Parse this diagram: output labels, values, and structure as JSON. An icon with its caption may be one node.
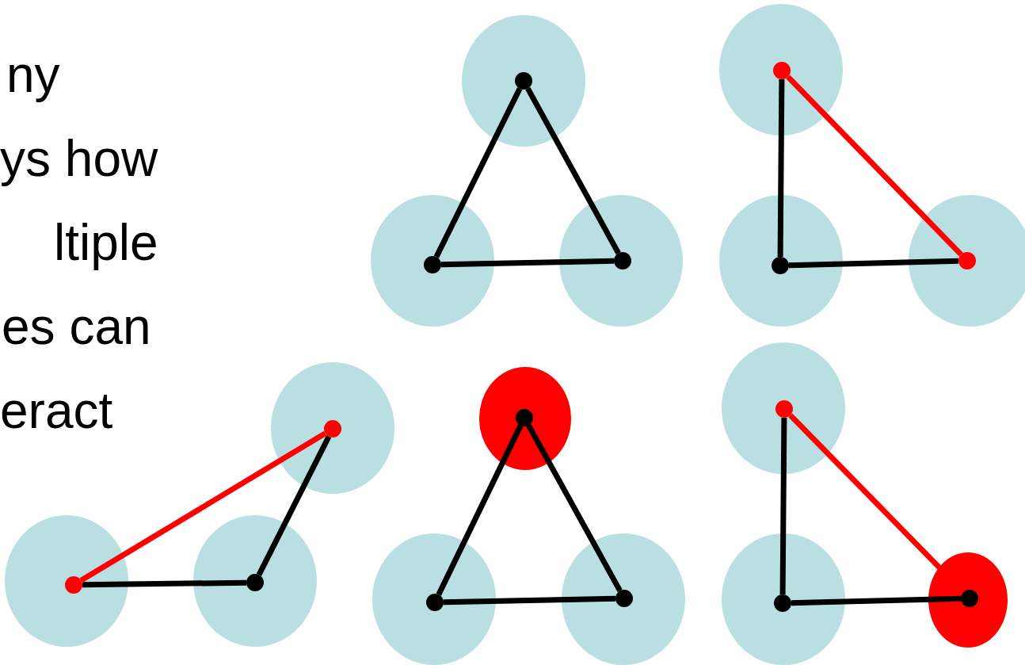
{
  "diagram": {
    "nodes": [
      {
        "text": [],
        "shape": "circle"
      },
      {
        "text": [],
        "shape": "circle",
        "in": 0
      },
      {
        "text": [],
        "shape": "circle"
      },
      {
        "text": [],
        "shape": "circle",
        "in": 2
      },
      {
        "text": [],
        "shape": "circle"
      },
      {
        "text": [],
        "shape": "circle",
        "in": 4
      },
      {
        "text": [],
        "shape": "circle"
      },
      {
        "text": [],
        "shape": "circle",
        "in": 6
      },
      {
        "text": [],
        "shape": "circle"
      },
      {
        "text": [],
        "shape": "circle",
        "in": 8
      },
      {
        "text": [],
        "shape": "circle"
      },
      {
        "text": [],
        "shape": "circle",
        "in": 10
      },
      {
        "text": [],
        "shape": "circle"
      },
      {
        "text": [],
        "shape": "circle",
        "in": 12
      },
      {
        "text": [],
        "shape": "circle"
      },
      {
        "text": [],
        "shape": "circle",
        "in": 14
      },
      {
        "text": [],
        "shape": "circle"
      },
      {
        "text": [],
        "shape": "circle",
        "in": 16
      },
      {
        "text": [],
        "shape": "circle"
      },
      {
        "text": [],
        "shape": "circle",
        "in": 18
      },
      {
        "text": [],
        "shape": "circle"
      },
      {
        "text": [],
        "shape": "circle",
        "in": 20
      },
      {
        "text": [],
        "shape": "circle"
      },
      {
        "text": [],
        "shape": "circle",
        "in": 22
      },
      {
        "text": [],
        "shape": "circle"
      },
      {
        "text": [],
        "shape": "circle",
        "in": 24
      },
      {
        "text": [],
        "shape": "circle"
      },
      {
        "text": [],
        "shape": "circle",
        "in": 26
      },
      {
        "text": [],
        "shape": "circle"
      },
      {
        "text": [],
        "shape": "circle",
        "in": 28
      }
    ],
    "edges": [
      {
        "from": 1,
        "to": 3,
        "arrow": "none"
      },
      {
        "from": 1,
        "to": 5,
        "arrow": "none"
      },
      {
        "from": 3,
        "to": 5,
        "arrow": "none"
      },
      {
        "from": 7,
        "to": 9,
        "arrow": "none"
      },
      {
        "from": 7,
        "to": 11,
        "arrow": "none",
        "color": "#ff0000"
      },
      {
        "from": 9,
        "to": 11,
        "arrow": "none"
      },
      {
        "from": 15,
        "to": 17,
        "arrow": "none"
      },
      {
        "from": 17,
        "to": 13,
        "arrow": "none"
      },
      {
        "from": 15,
        "to": 13,
        "arrow": "none",
        "color": "#ff0000"
      },
      {
        "from": 19,
        "to": 21,
        "arrow": "none"
      },
      {
        "from": 19,
        "to": 23,
        "arrow": "none"
      },
      {
        "from": 21,
        "to": 23,
        "arrow": "none"
      },
      {
        "from": 25,
        "to": 27,
        "arrow": "none"
      },
      {
        "from": 25,
        "to": 29,
        "arrow": "none",
        "color": "#ff0000"
      },
      {
        "from": 27,
        "to": 29,
        "arrow": "none"
      }
    ],
    "labels": [
      "ny",
      "ys how",
      "ltiple",
      "es can",
      "eract"
    ]
  }
}
